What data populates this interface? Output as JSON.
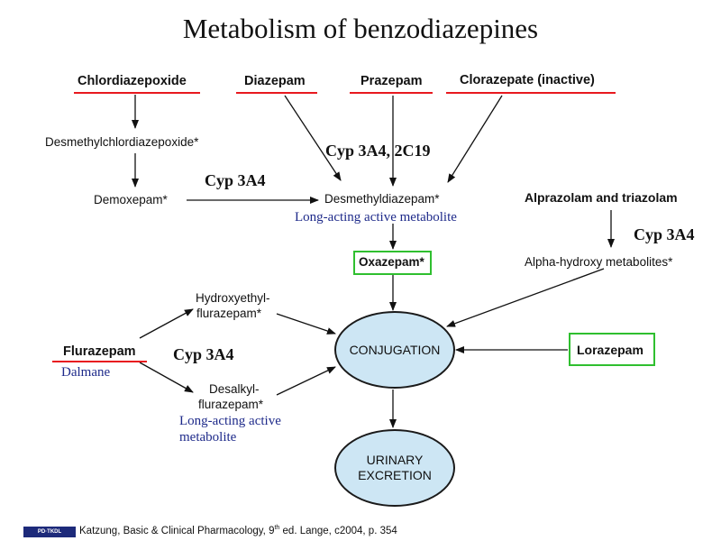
{
  "title": "Metabolism of benzodiazepines",
  "drugs": {
    "chlordiazepoxide": "Chlordiazepoxide",
    "diazepam": "Diazepam",
    "prazepam": "Prazepam",
    "clorazepate": "Clorazepate (inactive)",
    "alprazolam_triazolam": "Alprazolam and triazolam",
    "flurazepam": "Flurazepam",
    "lorazepam": "Lorazepam"
  },
  "metabolites": {
    "desmethylchlordiazepoxide": "Desmethylchlordiazepoxide*",
    "demoxepam": "Demoxepam*",
    "desmethyldiazepam": "Desmethyldiazepam*",
    "oxazepam": "Oxazepam*",
    "alpha_hydroxy": "Alpha-hydroxy metabolites*",
    "hydroxyethyl_line1": "Hydroxyethyl-",
    "hydroxyethyl_line2": "flurazepam*",
    "desalkyl_line1": "Desalkyl-",
    "desalkyl_line2": "flurazepam*"
  },
  "enzymes": {
    "cyp_3a4_2c19": "Cyp   3A4, 2C19",
    "cyp_3a4_demoxepam": "Cyp 3A4",
    "cyp_3a4_alpha": "Cyp 3A4",
    "cyp_3a4_flurazepam": "Cyp 3A4"
  },
  "notes": {
    "long_acting_desmethyl": "Long-acting active metabolite",
    "dalmane": "Dalmane",
    "long_acting_desalkyl_line1": "Long-acting active",
    "long_acting_desalkyl_line2": "metabolite"
  },
  "process": {
    "conjugation": "CONJUGATION",
    "urinary_line1": "URINARY",
    "urinary_line2": "EXCRETION"
  },
  "footer": {
    "logo": "PD·TKDL",
    "citation_part1": "Katzung, Basic & Clinical Pharmacology, 9",
    "citation_sup": "th",
    "citation_part2": " ed.  Lange, c2004, p. 354"
  },
  "colors": {
    "underline": "#e8191f",
    "highlight_box": "#2fbf2f",
    "blue_note": "#1e2a8a",
    "oval_fill": "#cde6f4"
  }
}
